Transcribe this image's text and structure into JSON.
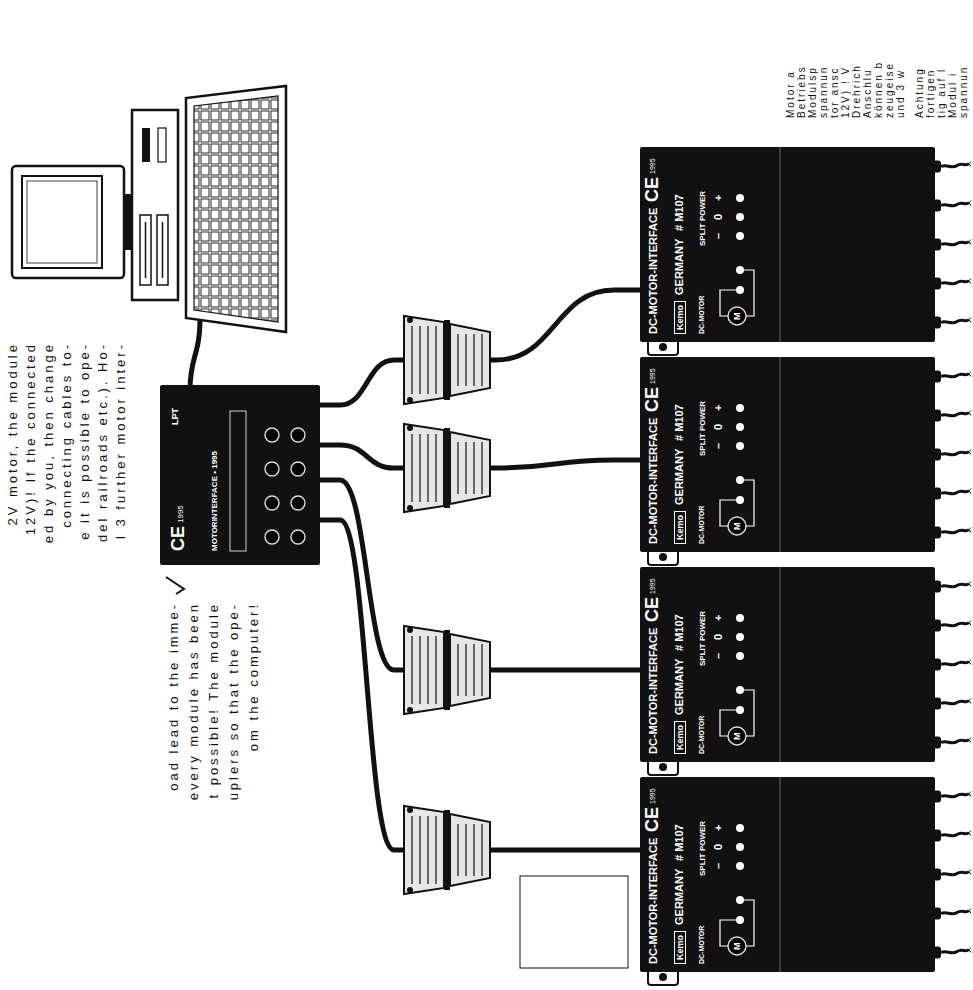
{
  "diagram": {
    "nodes": [
      {
        "text": [
          "CE",
          "1995",
          "MOTORINTERFACE • 1995",
          "LPT"
        ]
      },
      {
        "text": [
          "DC-MOTOR-INTERFACE",
          "CE",
          "1995",
          "Kemo",
          "GERMANY",
          "# M107",
          "DC-MOTOR",
          "M",
          "SPLIT POWER",
          "–",
          "0",
          "+"
        ]
      },
      {
        "text": [
          "DC-MOTOR-INTERFACE",
          "CE",
          "1995",
          "Kemo",
          "GERMANY",
          "# M107",
          "DC-MOTOR",
          "M",
          "SPLIT POWER",
          "–",
          "0",
          "+"
        ]
      },
      {
        "text": [
          "DC-MOTOR-INTERFACE",
          "CE",
          "1995",
          "Kemo",
          "GERMANY",
          "# M107",
          "DC-MOTOR",
          "M",
          "SPLIT POWER",
          "–",
          "0",
          "+"
        ]
      },
      {
        "text": [
          "DC-MOTOR-INTERFACE",
          "CE",
          "1995",
          "Kemo",
          "GERMANY",
          "# M107",
          "DC-MOTOR",
          "M",
          "SPLIT POWER",
          "–",
          "0",
          "+"
        ]
      }
    ],
    "edges": [
      {
        "from": 0,
        "to": 1,
        "arrow": "none"
      },
      {
        "from": 0,
        "to": 2,
        "arrow": "none"
      },
      {
        "from": 0,
        "to": 3,
        "arrow": "none"
      },
      {
        "from": 0,
        "to": 4,
        "arrow": "none"
      }
    ],
    "labels": [
      "2V motor, the module",
      "12V)! If the connected",
      "ed by you, then change",
      "connecting cables to-",
      "e it is possible to ope-",
      "del railroads etc.). Ho-",
      "l 3 further motor inter-",
      "oad lead to the imme-",
      "every module has been",
      "t possible! The module",
      "uplers so that the ope-",
      "om the computer!",
      "Motor a",
      "Betriebs",
      "Modulsp",
      "spannun",
      "tor ansc",
      "12V) ! V",
      "Drehrich",
      "Anschlu",
      "können b",
      "zeugeise",
      "und 3 w",
      "Achtung",
      "fortigen",
      "tig auf l",
      "Modul i",
      "spannun"
    ]
  }
}
